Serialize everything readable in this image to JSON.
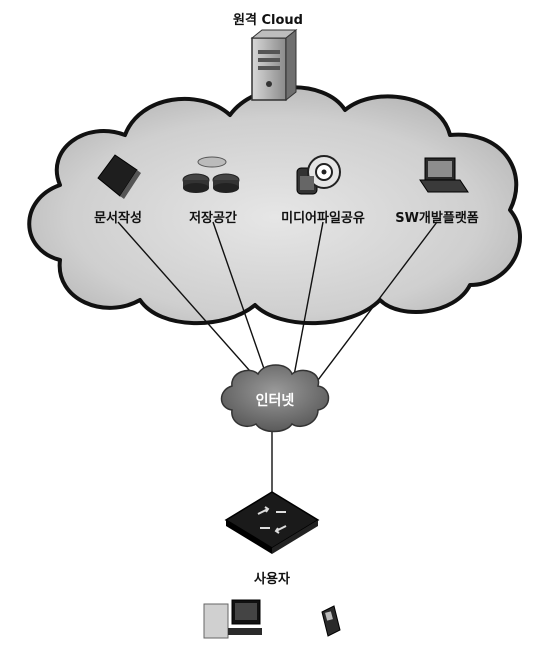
{
  "title": "원격 Cloud",
  "services": [
    {
      "label": "문서작성",
      "icon": "laptop-icon"
    },
    {
      "label": "저장공간",
      "icon": "storage-disk-icon"
    },
    {
      "label": "미디어파일공유",
      "icon": "media-camera-icon"
    },
    {
      "label": "SW개발플랫폼",
      "icon": "notebook-computer-icon"
    }
  ],
  "internet_label": "인터넷",
  "user_label": "사용자",
  "colors": {
    "cloud_fill": "#c8c8c8",
    "cloud_outline": "#111111",
    "internet_cloud": "#7a7a7a",
    "router": "#1a1a1a",
    "lines": "#111111"
  }
}
